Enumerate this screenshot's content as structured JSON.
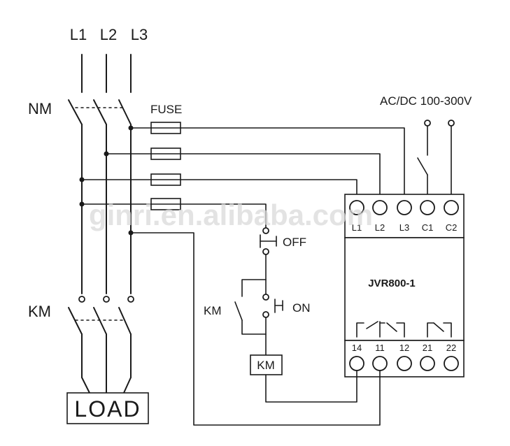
{
  "phases": [
    "L1",
    "L2",
    "L3"
  ],
  "labels": {
    "breaker": "NM",
    "fuse": "FUSE",
    "supply": "AC/DC 100-300V",
    "contactor": "KM",
    "contactor_aux": "KM",
    "coil": "KM",
    "off_button": "OFF",
    "on_button": "ON",
    "load": "LOAD"
  },
  "relay": {
    "model": "JVR800-1",
    "top_terminals": [
      "L1",
      "L2",
      "L3",
      "C1",
      "C2"
    ],
    "bottom_terminals": [
      "14",
      "11",
      "12",
      "21",
      "22"
    ]
  },
  "watermark": "ginri.en.alibaba.com"
}
